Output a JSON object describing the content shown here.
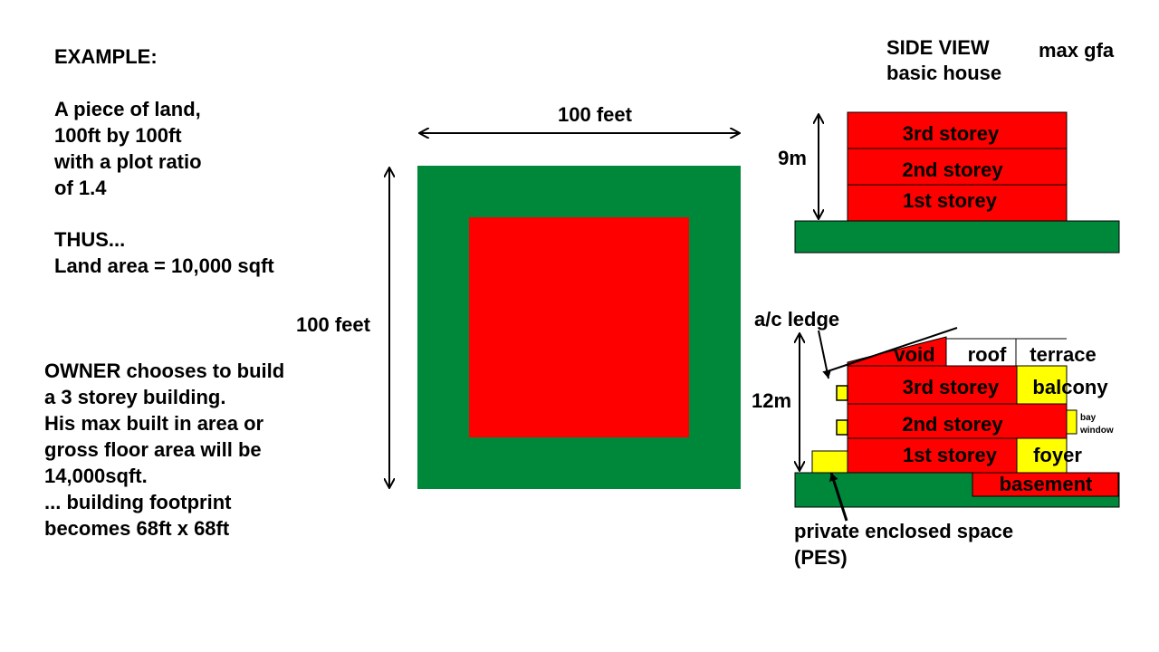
{
  "example": {
    "heading": "EXAMPLE:",
    "land_lines": [
      "A piece of land,",
      "100ft by 100ft",
      "with a plot ratio",
      "of 1.4"
    ],
    "thus": "THUS...",
    "land_area": "Land area = 10,000 sqft"
  },
  "owner_lines": [
    "OWNER chooses to build",
    "a 3 storey building.",
    "His max built in area or",
    "gross floor area will be",
    "14,000sqft.",
    "... building footprint",
    "becomes 68ft x 68ft"
  ],
  "plot": {
    "width_label": "100 feet",
    "height_label": "100 feet"
  },
  "side_view": {
    "title_line1": "SIDE VIEW",
    "title_line2": "basic house",
    "max_gfa": "max gfa",
    "height_label": "9m",
    "storeys": [
      "3rd storey",
      "2nd storey",
      "1st storey"
    ]
  },
  "max_view": {
    "ac_ledge": "a/c ledge",
    "height_label": "12m",
    "void": "void",
    "roof": "roof",
    "terrace": "terrace",
    "storeys": [
      "3rd storey",
      "2nd storey",
      "1st storey"
    ],
    "balcony": "balcony",
    "bay_window_line1": "bay",
    "bay_window_line2": "window",
    "foyer": "foyer",
    "basement": "basement",
    "pes_line1": "private enclosed space",
    "pes_line2": "(PES)"
  },
  "colors": {
    "green": "#00883a",
    "red": "#ff0000",
    "yellow": "#ffff00"
  }
}
